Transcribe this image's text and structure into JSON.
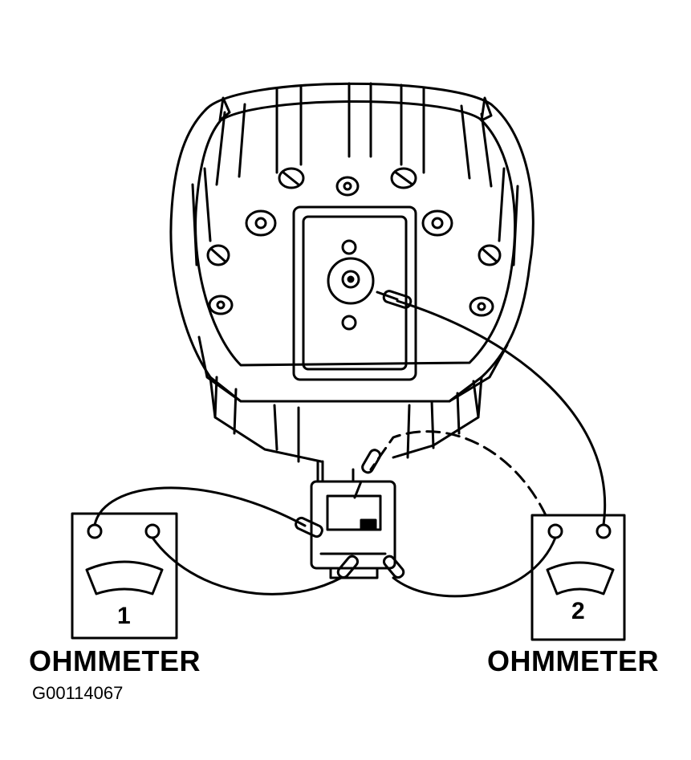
{
  "meters": [
    {
      "number": "1",
      "caption": "OHMMETER"
    },
    {
      "number": "2",
      "caption": "OHMMETER"
    }
  ],
  "figure_id": "G00114067",
  "colors": {
    "ink": "#000000",
    "paper": "#ffffff"
  }
}
